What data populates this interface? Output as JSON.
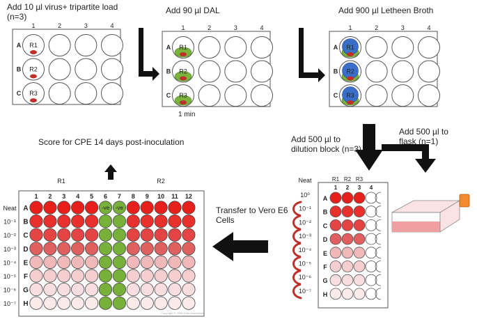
{
  "steps": {
    "step1": "Add 10 µl virus+ tripartite load (n=3)",
    "step2": "Add 90 µl DAL",
    "step3": "Add 900 µl Letheen Broth",
    "step4": "Add 500 µl to dilution block (n=3)",
    "step5": "Add 500 µl to flask (n=1)",
    "transfer": "Transfer to Vero E6 Cells",
    "score": "Score for CPE 14 days post-inoculation",
    "timer": "1 min"
  },
  "plate_small": {
    "cols": [
      "1",
      "2",
      "3",
      "4"
    ],
    "rows": [
      "A",
      "B",
      "C"
    ],
    "samples": [
      "R1",
      "R2",
      "R3"
    ]
  },
  "dilution_block": {
    "cols": [
      "1",
      "2",
      "3",
      "4"
    ],
    "col_replicates": [
      "R1",
      "R2",
      "R3"
    ],
    "rows": [
      "A",
      "B",
      "C",
      "D",
      "E",
      "F",
      "G",
      "H"
    ],
    "neat_label": "Neat",
    "dilutions": [
      "10⁰",
      "10⁻¹",
      "10⁻²",
      "10⁻³",
      "10⁻⁴",
      "10⁻⁵",
      "10⁻⁶",
      "10⁻⁷"
    ]
  },
  "vero_plate": {
    "group_left": "R1",
    "group_right": "R2",
    "cols": [
      "1",
      "2",
      "3",
      "4",
      "5",
      "6",
      "7",
      "8",
      "9",
      "10",
      "11",
      "12"
    ],
    "rows": [
      "A",
      "B",
      "C",
      "D",
      "E",
      "F",
      "G",
      "H"
    ],
    "row_labels": [
      "Neat",
      "10⁻¹",
      "10⁻²",
      "10⁻³",
      "10⁻⁴",
      "10⁻⁵",
      "10⁻⁶",
      "10⁻⁷"
    ],
    "neg_label": "-ve",
    "copyright": "Copyright © 2008 Delia Associates"
  },
  "colors": {
    "well_border": "#555555",
    "red_rows": [
      "#e8201c",
      "#e8302c",
      "#e44444",
      "#e06060",
      "#f0b8b8",
      "#f5cfcf",
      "#f8dede",
      "#fbeaea"
    ],
    "negative_control": "#77b13a",
    "blue_broth": "#3a6fc9",
    "green_ring": "#7bb33b",
    "droplet": "#c0302a",
    "arrow": "#111111",
    "flask_body": "#f0a0a0",
    "flask_cap": "#f28a30"
  }
}
